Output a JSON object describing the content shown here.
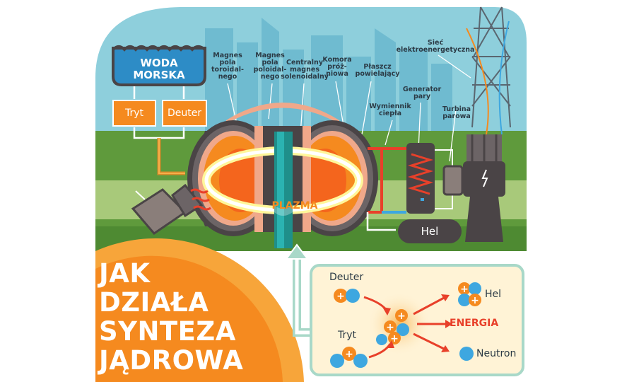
{
  "title": "JAK\nDZIAŁA\nSYNTEZA\nJĄDROWA",
  "boxes": {
    "seawater": "WODA\nMORSKA",
    "tritium": "Tryt",
    "deuterium": "Deuter",
    "helium": "Hel",
    "plasma": "PLAZMA"
  },
  "labels": {
    "toroidal": "Magnes\npola\ntoroidal-\nnego",
    "poloidal": "Magnes\npola\npoloidal-\nnego",
    "solenoid": "Centralny\nmagnes\nsolenoidalny",
    "vacuum": "Komora\npróż-\nniowa",
    "blanket": "Płaszcz\npowielający",
    "heat_exchanger": "Wymiennik\nciepła",
    "steam_gen": "Generator\npary",
    "turbine": "Turbina\nparowa",
    "grid": "Sieć\nelektroenergetyczna"
  },
  "reaction": {
    "deuterium": "Deuter",
    "tritium": "Tryt",
    "helium": "Hel",
    "energy": "ENERGIA",
    "neutron": "Neutron"
  },
  "colors": {
    "sky": "#8ecfdc",
    "city": "#6fbbd0",
    "grass": "#5f9a3c",
    "orange": "#f58a1f",
    "teal": "#2bb3b1",
    "dark": "#4a4446",
    "copper": "#f0a88a",
    "neutron_blue": "#3ea7e0",
    "energy_red": "#e8402a"
  }
}
